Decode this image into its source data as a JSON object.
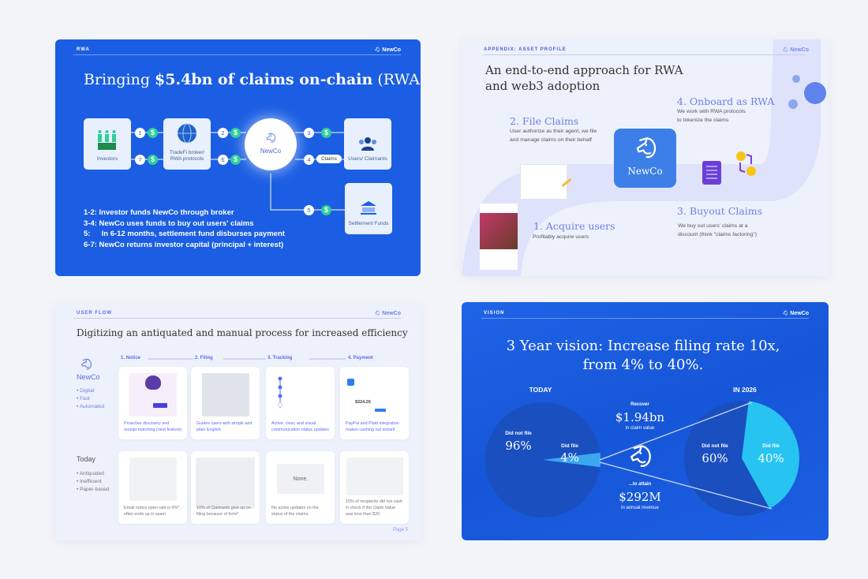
{
  "colors": {
    "primary_blue": "#1b5ee3",
    "accent_green": "#2ecf9a",
    "accent_purple": "#6e7fe6",
    "light_bg": "#edf1fb",
    "cyan": "#2fd0f5"
  },
  "brand": "NewCo",
  "slides": {
    "rwa": {
      "section": "RWA",
      "title_pre": "Bringing ",
      "title_bold": "$5.4bn of claims on-chain",
      "title_post": " (RWAs).",
      "nodes": {
        "investors": "Investors",
        "broker": "TradeFi broker/ RWA protocols",
        "newco": "NewCo",
        "users": "Users/ Claimants",
        "settlement": "Settlement Funds"
      },
      "steps": [
        "1",
        "2",
        "3",
        "4",
        "5",
        "6",
        "7"
      ],
      "dollar": "$",
      "claims_label": "Claims",
      "legend": [
        {
          "key": "1-2:",
          "text": "Investor funds NewCo through broker"
        },
        {
          "key": "3-4:",
          "text": "NewCo uses funds to buy out users' claims"
        },
        {
          "key": "5:",
          "text": "In 6-12 months, settlement fund disburses payment"
        },
        {
          "key": "6-7:",
          "text": "NewCo returns investor capital (principal + interest)"
        }
      ]
    },
    "asset_profile": {
      "section": "APPENDIX: ASSET PROFILE",
      "title_line1": "An end-to-end approach for RWA",
      "title_line2": "and web3 adoption",
      "steps": [
        {
          "title": "1. Acquire users",
          "desc": [
            "Profitably acquire users"
          ]
        },
        {
          "title": "2. File Claims",
          "desc": [
            "User authorize as their agent, we file",
            "and manage claims on their behalf"
          ]
        },
        {
          "title": "3. Buyout Claims",
          "desc": [
            "We buy out users' claims at a",
            "discount (think \"claims factoring\")"
          ]
        },
        {
          "title": "4. Onboard as RWA",
          "desc": [
            "We work with RWA protocols",
            "to tokenize the claims"
          ]
        }
      ]
    },
    "user_flow": {
      "section": "USER FLOW",
      "title": "Digitizing an antiquated and manual process for increased efficiency",
      "newco_bullets": [
        "Digital",
        "Fast",
        "Automated"
      ],
      "today_label": "Today",
      "today_bullets": [
        "Antiquated",
        "Inefficient",
        "Paper-based"
      ],
      "stages": [
        "1. Notice",
        "2. Filing",
        "3. Tracking",
        "4. Payment"
      ],
      "newco_cards": [
        "Proactive discovery and receipt matching (next feature)",
        "Guides users with simple and plain English",
        "Active, clear, and visual communication status updates",
        "PayPal and Plaid integration makes cashing out instant"
      ],
      "today_cards": [
        "Email notice open rate is 6%*, often ends up in spam",
        "10% of Claimants give up on filing because of form*",
        "No active updates on the status of the claims.",
        "10% of recipients did not cash in check if the Claim Value was less than $20"
      ],
      "none_label": "None.",
      "payment_amount": "$324.26",
      "page": "Page 5"
    },
    "vision": {
      "section": "VISION",
      "title_line1": "3 Year vision: Increase filing rate 10x,",
      "title_line2": "from 4% to 40%.",
      "today": {
        "label": "TODAY",
        "slices": [
          {
            "name": "Did not file",
            "value": 96,
            "display": "96%"
          },
          {
            "name": "Did file",
            "value": 4,
            "display": "4%"
          }
        ]
      },
      "future": {
        "label": "IN 2026",
        "slices": [
          {
            "name": "Did not file",
            "value": 60,
            "display": "60%"
          },
          {
            "name": "Did file",
            "value": 40,
            "display": "40%"
          }
        ]
      },
      "recover_label": "Recover",
      "recover_value": "$1.94bn",
      "recover_unit": "in claim value",
      "attain_label": "...to attain",
      "attain_value": "$292M",
      "attain_unit": "in annual revenue"
    }
  }
}
